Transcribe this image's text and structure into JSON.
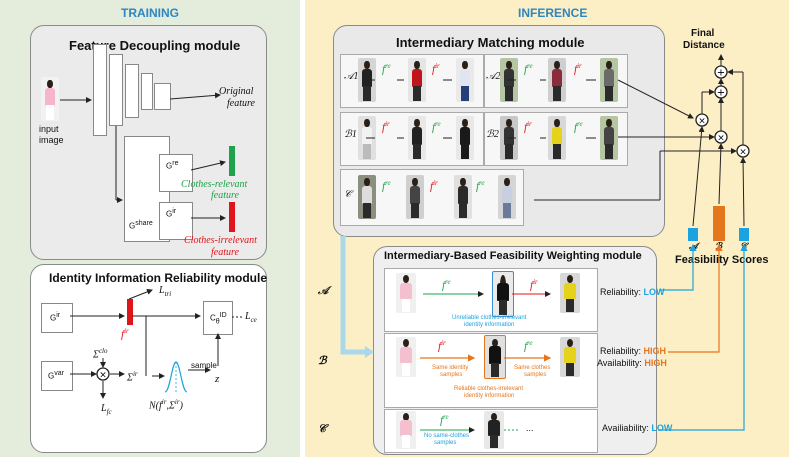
{
  "training": {
    "title": "TRAINING",
    "fdm": {
      "title": "Feature Decoupling module",
      "input_label_1": "input",
      "input_label_2": "image",
      "original_1": "Original",
      "original_2": "feature",
      "g_share": "G",
      "g_share_sup": "share",
      "g_re": "G",
      "g_re_sup": "re",
      "g_ir": "G",
      "g_ir_sup": "ir",
      "cr_1": "Clothes-relevant",
      "cr_2": "feature",
      "ci_1": "Clothes-irrelevant",
      "ci_2": "feature"
    },
    "iirm": {
      "title": "Identity Information Reliability module",
      "g_ir": "G",
      "g_ir_sup": "ir",
      "g_var": "G",
      "g_var_sup": "var",
      "f_ir": "f",
      "f_ir_sup": "ir",
      "l_tri": "L",
      "l_tri_sub": "tri",
      "c_id": "C",
      "c_id_sub": "θ",
      "c_id_sup": "ID",
      "l_ce": "L",
      "l_ce_sub": "ce",
      "sigma_clo": "Σ",
      "sigma_clo_sup": "clo",
      "sigma_ir": "Σ",
      "sigma_ir_sup": "ir",
      "l_fc": "L",
      "l_fc_sub": "fc",
      "sample": "sample",
      "z": "z",
      "normal": "N(f",
      "normal_sup1": "ir",
      "normal_mid": ",Σ",
      "normal_sup2": "ir",
      "normal_end": ")"
    }
  },
  "inference": {
    "title": "INFERENCE",
    "imm": {
      "title": "Intermediary Matching module",
      "a1": "𝒜1",
      "a2": "𝒜2",
      "b1": "ℬ1",
      "b2": "ℬ2",
      "c": "𝒞",
      "f": "f",
      "re": "re",
      "ir": "ir"
    },
    "final_1": "Final",
    "final_2": "Distance",
    "feasibility": "Feasibility Scores",
    "bar_a": "𝒜",
    "bar_b": "ℬ",
    "bar_c": "𝒞",
    "ibfw": {
      "title": "Intermediary-Based Feasibility Weighting module",
      "row_a": "𝒜",
      "row_b": "ℬ",
      "row_c": "𝒞",
      "unrel_1": "Unreliable clothes-irrelevant",
      "unrel_2": "identity information",
      "same_id_1": "Same identity",
      "same_id_2": "samples",
      "same_clo_1": "Same clothes",
      "same_clo_2": "samples",
      "rel_1": "Reliable clothes-irrelevant",
      "rel_2": "identity information",
      "no_same_1": "No same-clothes",
      "no_same_2": "samples",
      "ellipsis": "...",
      "reliability": "Reliability:",
      "availability": "Availability:",
      "availiability": "Availiability:",
      "low": "LOW",
      "high": "HIGH"
    }
  },
  "colors": {
    "training_bg": "#e4ecdc",
    "inference_bg": "#fcefc6",
    "title": "#2e86c1",
    "green": "#1ea34a",
    "red": "#e0141b",
    "orange": "#e6761b",
    "blue": "#1aa3de"
  }
}
